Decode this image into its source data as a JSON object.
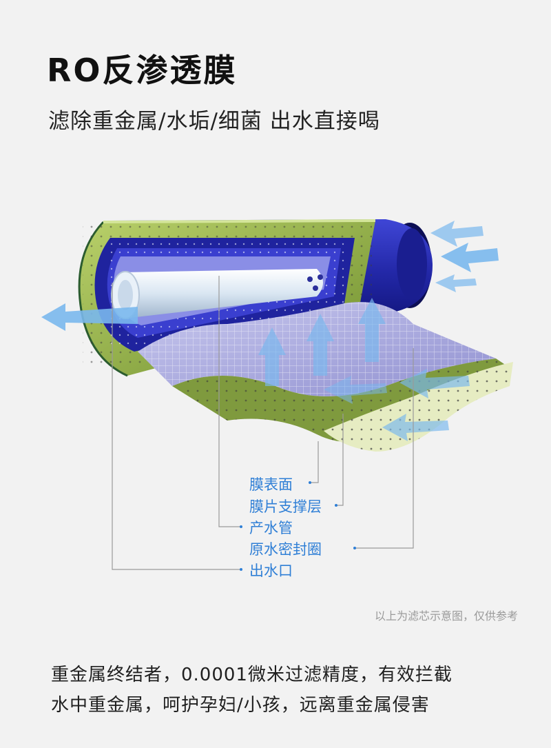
{
  "header": {
    "title": "RO反渗透膜",
    "subtitle": "滤除重金属/水垢/细菌  出水直接喝"
  },
  "diagram": {
    "labels": [
      "膜表面",
      "膜片支撑层",
      "产水管",
      "原水密封圈",
      "出水口"
    ],
    "note": "以上为滤芯示意图，仅供参考",
    "colors": {
      "shell_blue": "#2a2fb8",
      "green_layer": "#9ab84a",
      "label_blue": "#2f7fd6",
      "arrow_blue": "#7ab8ee"
    }
  },
  "footer": {
    "line1": "重金属终结者，0.0001微米过滤精度，有效拦截",
    "line2": "水中重金属，呵护孕妇/小孩，远离重金属侵害"
  }
}
